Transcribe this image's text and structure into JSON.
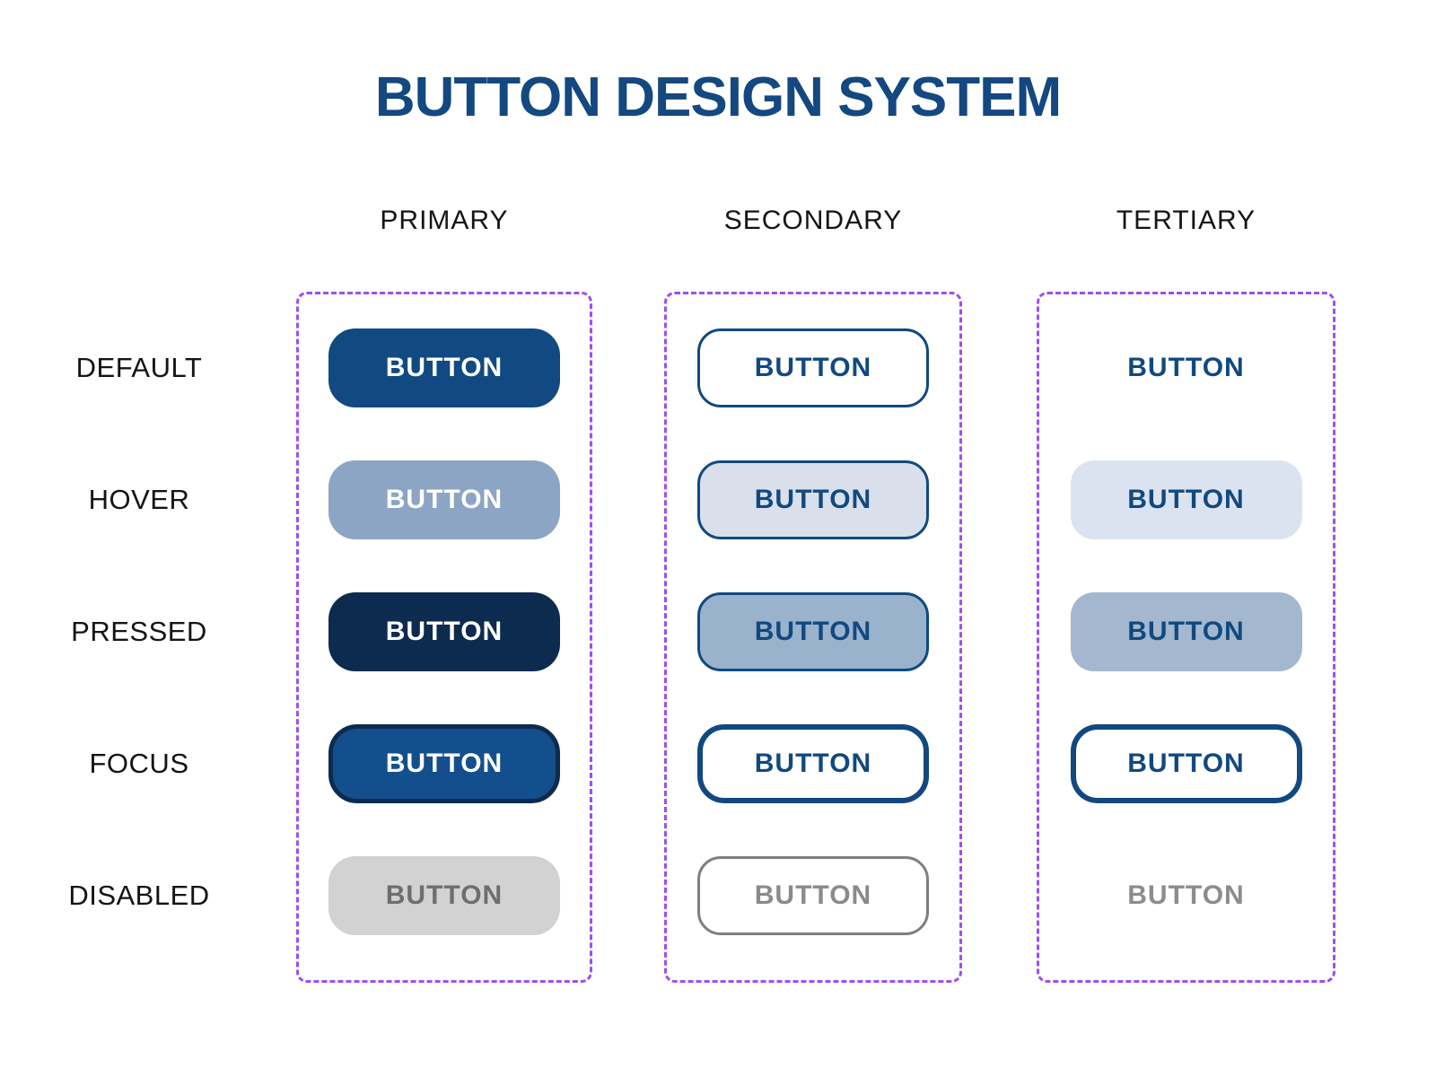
{
  "title": "BUTTON DESIGN SYSTEM",
  "button_label": "BUTTON",
  "columns": [
    {
      "label": "PRIMARY"
    },
    {
      "label": "SECONDARY"
    },
    {
      "label": "TERTIARY"
    }
  ],
  "rows": [
    {
      "label": "DEFAULT"
    },
    {
      "label": "HOVER"
    },
    {
      "label": "PRESSED"
    },
    {
      "label": "FOCUS"
    },
    {
      "label": "DISABLED"
    }
  ],
  "colors": {
    "title_navy": "#134880",
    "navy": "#11497F",
    "white": "#FFFFFF",
    "label_text": "#141414",
    "container_dash": "#9D4EF3",
    "primary_default_bg": "#114A82",
    "primary_hover_bg": "#8CA5C4",
    "primary_pressed_bg": "#0D2B4E",
    "primary_focus_bg": "#144F8D",
    "primary_focus_border": "#0D2B4E",
    "disabled_bg": "#D2D2D2",
    "disabled_text": "#6E6E6E",
    "secondary_hover_bg": "#D9E0EC",
    "secondary_pressed_bg": "#9BB2CD",
    "secondary_disabled_border": "#7F7F7F",
    "secondary_disabled_text": "#8A8A8A",
    "tertiary_hover_bg": "#DCE3F0",
    "tertiary_pressed_bg": "#A3B7CF",
    "tertiary_disabled_text": "#8C8C8C"
  }
}
